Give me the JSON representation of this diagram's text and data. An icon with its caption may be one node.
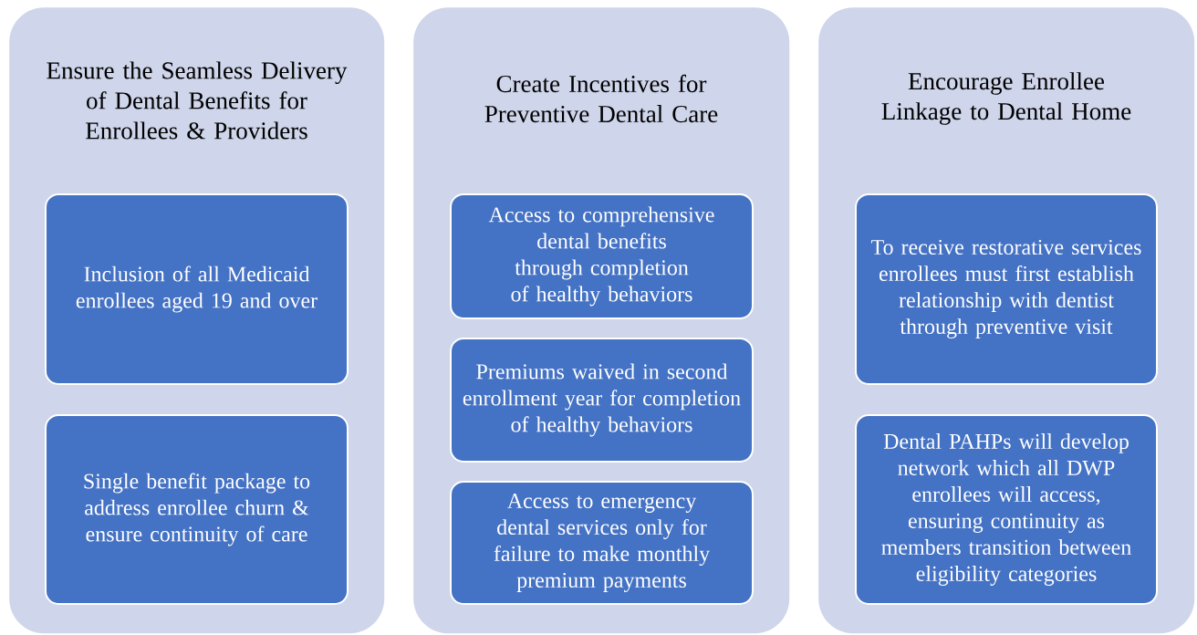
{
  "diagram": {
    "nodes": [
      {
        "text": [
          "Ensure the Seamless Delivery of Dental Benefits for Enrollees & Providers"
        ]
      },
      {
        "text": [
          "Inclusion of all Medicaid enrollees aged 19 and over"
        ],
        "in": 0
      },
      {
        "text": [
          "Single benefit package to address enrollee churn & ensure continuity of care"
        ],
        "in": 0
      },
      {
        "text": [
          "Create Incentives for Preventive Dental Care"
        ]
      },
      {
        "text": [
          "Access to comprehensive dental benefits through completion of healthy behaviors"
        ],
        "in": 3
      },
      {
        "text": [
          "Premiums waived in second enrollment year for completion of healthy behaviors"
        ],
        "in": 3
      },
      {
        "text": [
          "Access to emergency dental services only for failure to make monthly premium payments"
        ],
        "in": 3
      },
      {
        "text": [
          "Encourage Enrollee Linkage to Dental Home"
        ]
      },
      {
        "text": [
          "To receive restorative services enrollees must first establish relationship with dentist through preventive visit"
        ],
        "in": 7
      },
      {
        "text": [
          "Dental PAHPs will develop network which all DWP enrollees will access, ensuring continuity as members transition between eligibility categories"
        ],
        "in": 7
      }
    ],
    "edges": []
  }
}
